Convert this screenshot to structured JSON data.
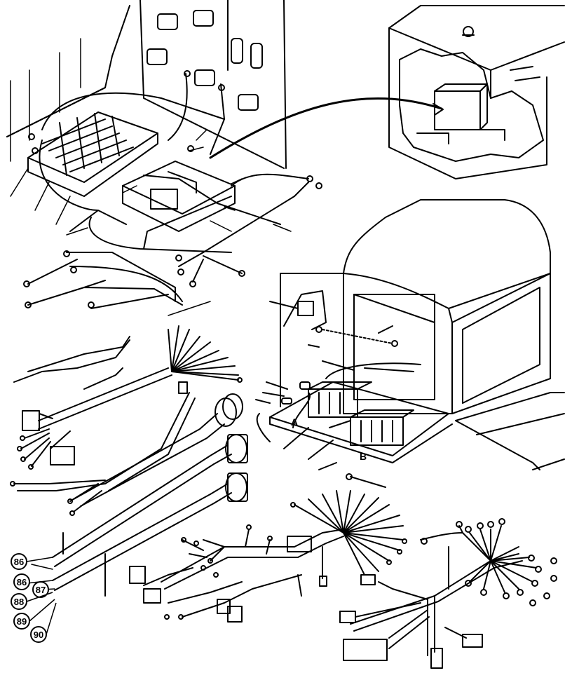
{
  "callouts": [
    {
      "number": "86"
    },
    {
      "number": "86"
    },
    {
      "number": "87"
    },
    {
      "number": "88"
    },
    {
      "number": "89"
    },
    {
      "number": "90"
    }
  ],
  "letter_labels": {
    "a": "A",
    "b": "B"
  },
  "colors": {
    "line": "#000000",
    "background": "#ffffff"
  }
}
